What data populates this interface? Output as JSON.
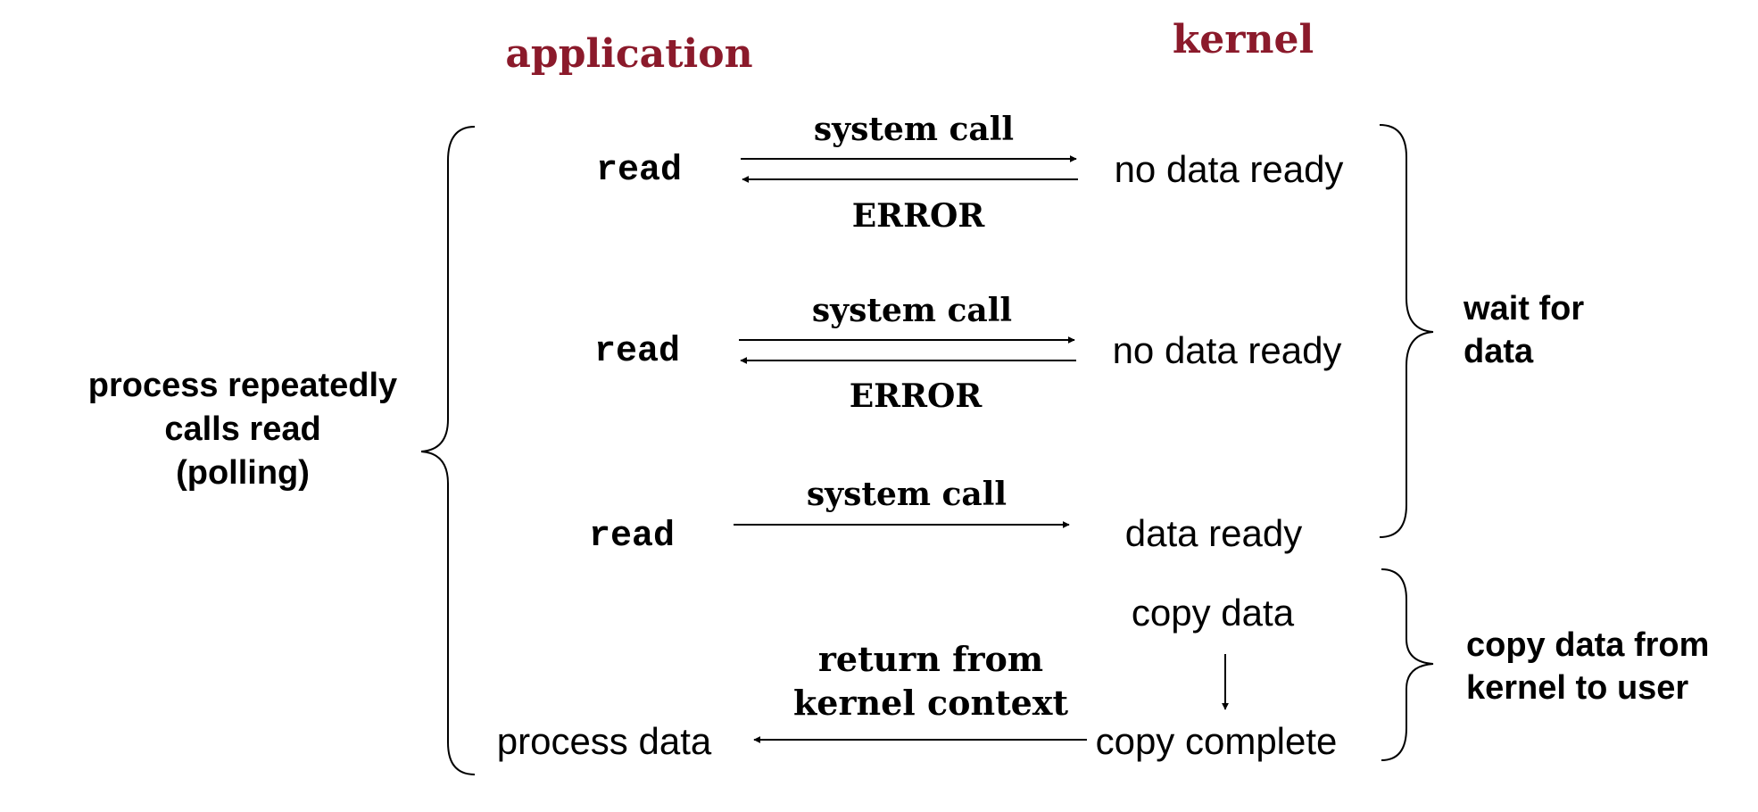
{
  "headers": {
    "application": "application",
    "kernel": "kernel"
  },
  "rows": [
    {
      "app": "read",
      "call": "system call",
      "kernel": "no data ready",
      "reply": "ERROR"
    },
    {
      "app": "read",
      "call": "system call",
      "kernel": "no data ready",
      "reply": "ERROR"
    },
    {
      "app": "read",
      "call": "system call",
      "kernel": "data ready"
    }
  ],
  "copy": {
    "copy_data": "copy data",
    "copy_complete": "copy complete",
    "return_line1": "return from",
    "return_line2": "kernel context",
    "process_data": "process data"
  },
  "left_brace": {
    "line1": "process repeatedly",
    "line2": "calls read",
    "line3": "(polling)"
  },
  "right_brace_wait": {
    "line1": "wait for",
    "line2": "data"
  },
  "right_brace_copy": {
    "line1": "copy data from",
    "line2": "kernel to user"
  },
  "colors": {
    "header": "#8B1A2B",
    "ink": "#000000"
  }
}
